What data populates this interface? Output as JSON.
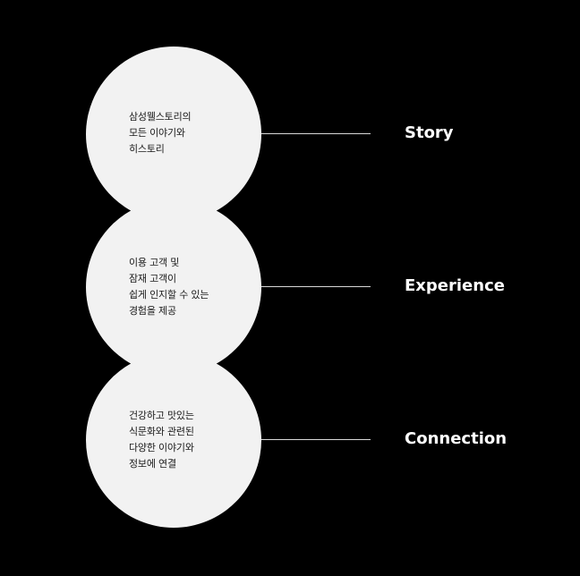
{
  "colors": {
    "background": "#000000",
    "circle_fill": "#f2f2f2",
    "connector_line": "#d8d8d8",
    "label_text": "#ffffff",
    "circle_text": "#1a1a1a"
  },
  "stages": [
    {
      "label": "Story",
      "description_lines": [
        "삼성웰스토리의",
        "모든 이야기와",
        "히스토리"
      ]
    },
    {
      "label": "Experience",
      "description_lines": [
        "이용 고객 및",
        "잠재 고객이",
        "쉽게 인지할 수 있는",
        "경험을 제공"
      ]
    },
    {
      "label": "Connection",
      "description_lines": [
        "건강하고 맛있는",
        "식문화와 관련된",
        "다양한 이야기와",
        "정보에 연결"
      ]
    }
  ]
}
